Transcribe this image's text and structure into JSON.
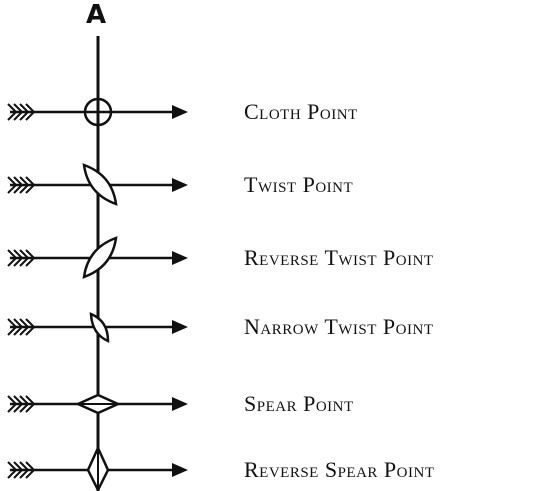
{
  "diagram": {
    "axis_label": "A",
    "rows": [
      {
        "label": "Cloth Point"
      },
      {
        "label": "Twist Point"
      },
      {
        "label": "Reverse Twist Point"
      },
      {
        "label": "Narrow Twist Point"
      },
      {
        "label": "Spear Point"
      },
      {
        "label": "Reverse Spear Point"
      }
    ]
  }
}
